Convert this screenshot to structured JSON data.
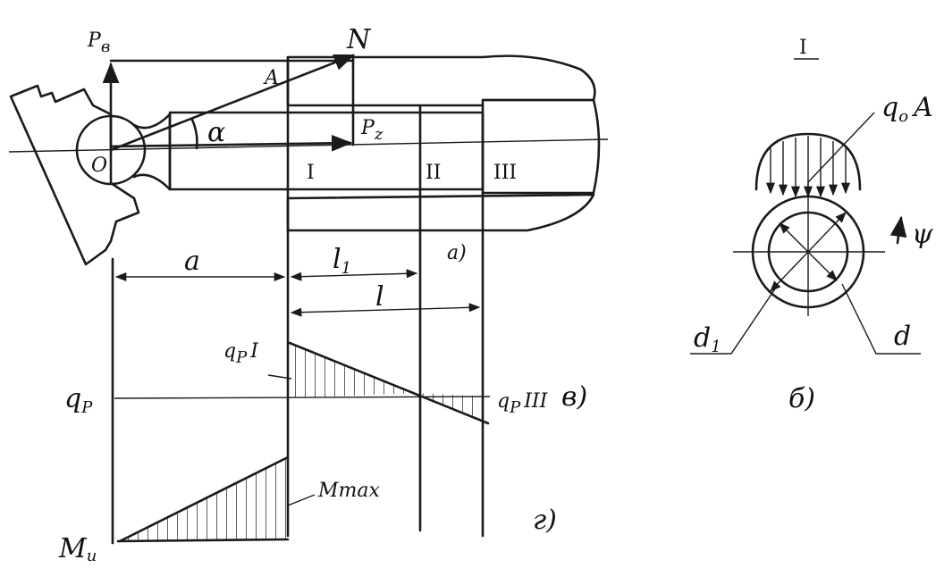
{
  "labels": {
    "p_b": "P",
    "p_b_sub": "в",
    "n": "N",
    "a_point": "A",
    "alpha": "α",
    "o_point": "O",
    "p_z": "P",
    "p_z_sub": "z",
    "section_1": "I",
    "section_2": "II",
    "section_3": "III",
    "dim_a": "a",
    "dim_l1": "l",
    "dim_l1_sub": "1",
    "dim_l": "l",
    "fig_a": "а)",
    "q_p": "q",
    "q_p_sub": "P",
    "q_p_1": "q",
    "q_p_1_sub": "P",
    "q_p_1_roman": "I",
    "q_p_3": "q",
    "q_p_3_sub": "P",
    "q_p_3_roman": "III",
    "fig_v": "в)",
    "m_u": "M",
    "m_u_sub": "u",
    "m_max": "Mmax",
    "fig_g": "г)",
    "detail_title": "I",
    "q0a": "q",
    "q0a_sub": "o",
    "q0a_tail": "A",
    "psi": "ψ",
    "d1": "d",
    "d1_sub": "1",
    "d": "d",
    "fig_b": "б)"
  },
  "colors": {
    "ink": "#1a1a1a",
    "paper": "#ffffff"
  }
}
